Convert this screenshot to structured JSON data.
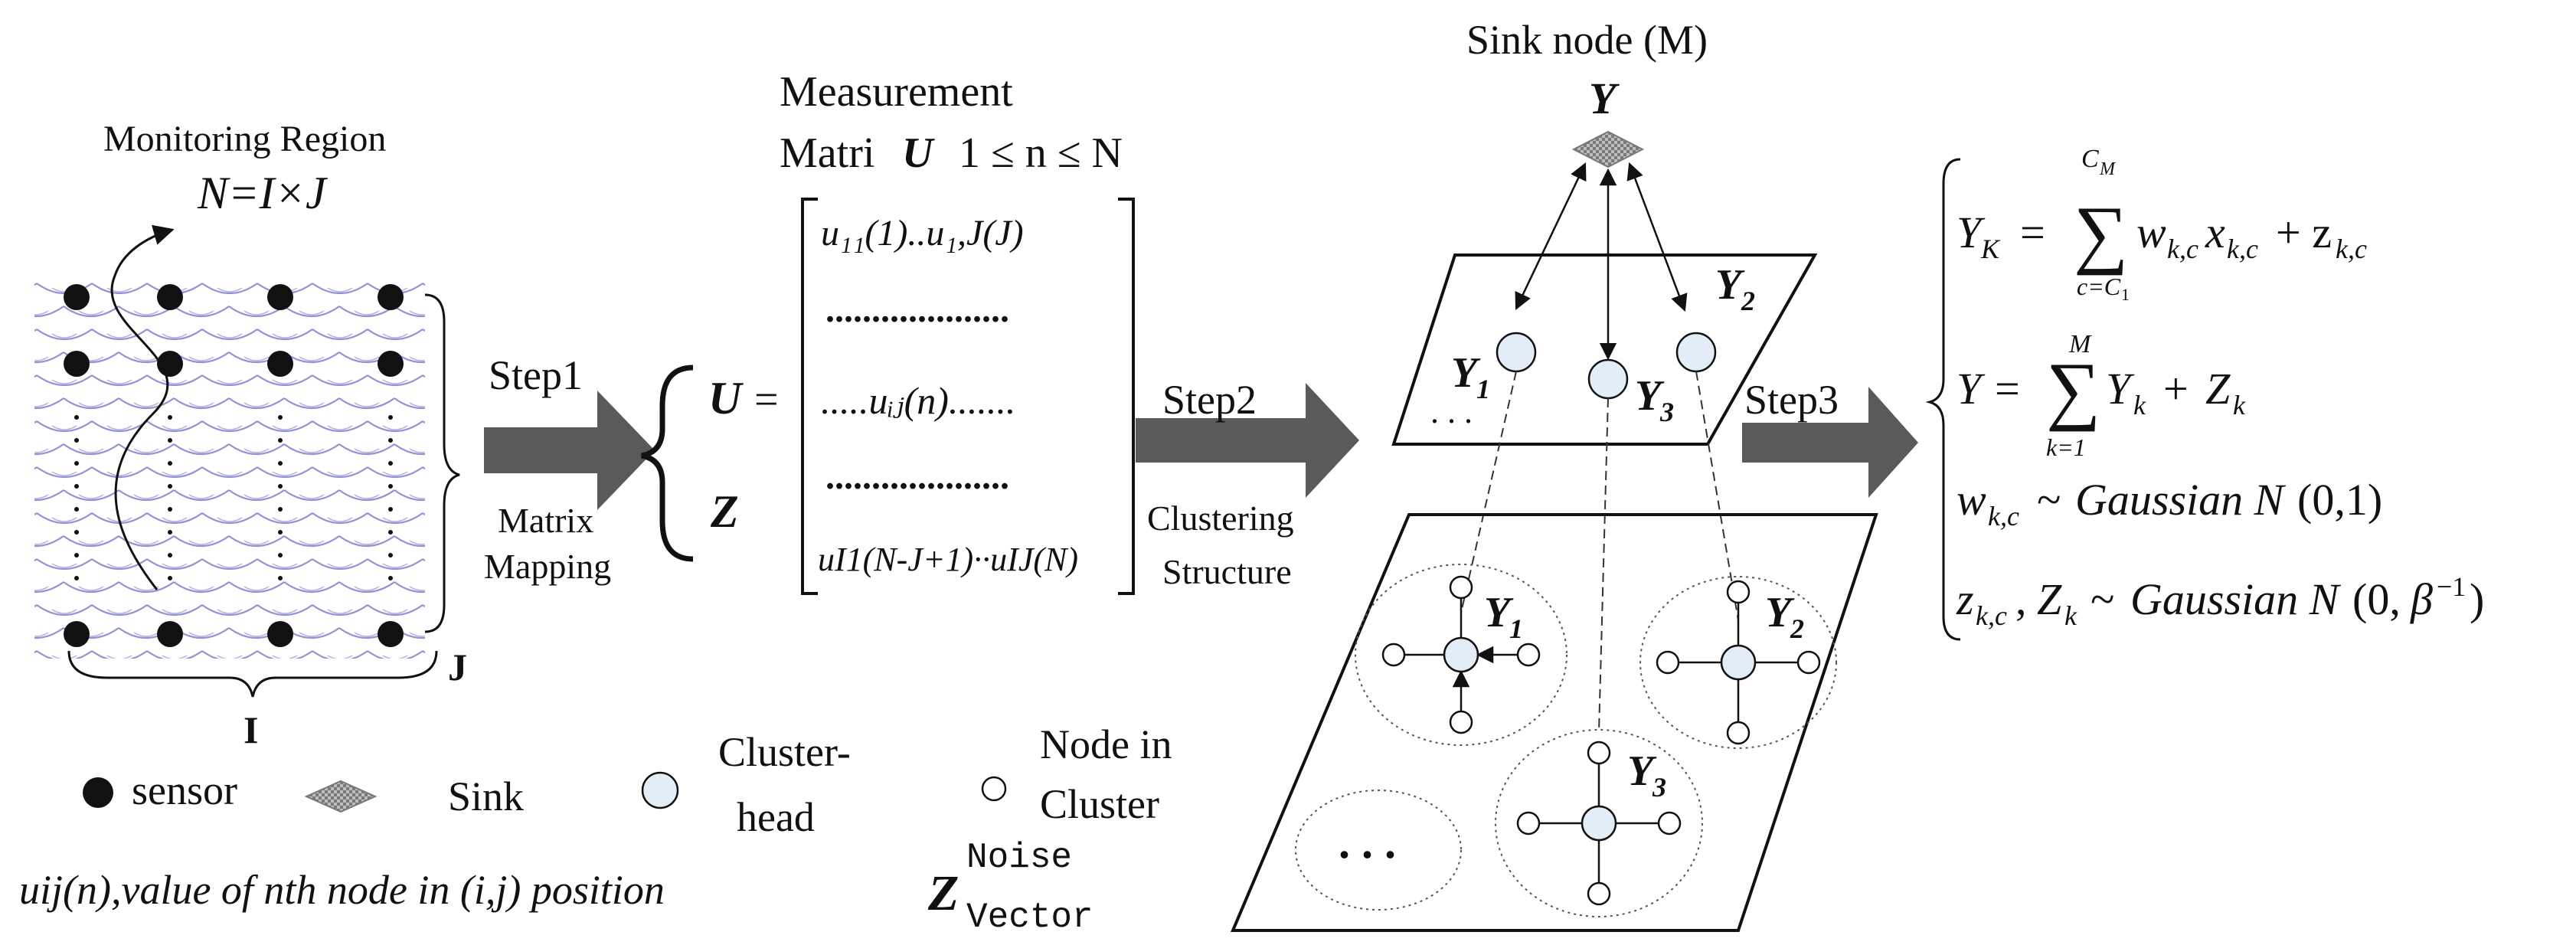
{
  "region": {
    "title": "Monitoring Region",
    "formula": "N=I×J",
    "label_I": "I",
    "label_J": "J"
  },
  "step1": {
    "label": "Step1",
    "sub1": "Matrix",
    "sub2": "Mapping"
  },
  "step2": {
    "label": "Step2",
    "sub1": "Clustering",
    "sub2": "Structure"
  },
  "step3": {
    "label": "Step3"
  },
  "matrix": {
    "title1": "Measurement",
    "title2": "Matri",
    "title2_sym": "U",
    "range": "1 ≤ n ≤ N",
    "lhs_U": "U",
    "lhs_Z": "Z",
    "eq": "=",
    "row1": "u₁₁(1)..u₁,J(J)",
    "row2": "....................",
    "row3": ".....uᵢⱼ(n).......",
    "row4": "....................",
    "row5": "uI1(N-J+1)··uIJ(N)"
  },
  "sink": {
    "title": "Sink node (M)",
    "label": "Y"
  },
  "cluster_top": {
    "y1": "Y",
    "y1_sub": "1",
    "y2": "Y",
    "y2_sub": "2",
    "y3": "Y",
    "y3_sub": "3",
    "dots": ". . ."
  },
  "cluster_bottom": {
    "y1": "Y",
    "y1_sub": "1",
    "y2": "Y",
    "y2_sub": "2",
    "y3": "Y",
    "y3_sub": "3",
    "dots": ". . ."
  },
  "legend": {
    "sensor": "sensor",
    "sink": "Sink",
    "cluster_head_1": "Cluster-",
    "cluster_head_2": "head",
    "node_1": "Node in",
    "node_2": "Cluster",
    "noise_sym": "Z",
    "noise_1": "Noise",
    "noise_2": "Vector"
  },
  "caption": "uij(n),value of  nth node in (i,j) position",
  "equations": {
    "eq1": "Y_K = Σ_{c=C1}^{C_M} w_{k,c} x_{k,c} + z_{k,c}",
    "eq2": "Y = Σ_{k=1}^{M} Y_k + Z_k",
    "eq3": "w_{k,c} ~ Gaussian N(0,1)",
    "eq4": "z_{k,c}, Z_k ~ Gaussian N(0, β^{-1})"
  },
  "colors": {
    "arrow_fill": "#5a5a5a",
    "cluster_head": "#e3edf8",
    "grid_line": "#6f6fc6",
    "sink_fill": "#9a9a9a"
  }
}
